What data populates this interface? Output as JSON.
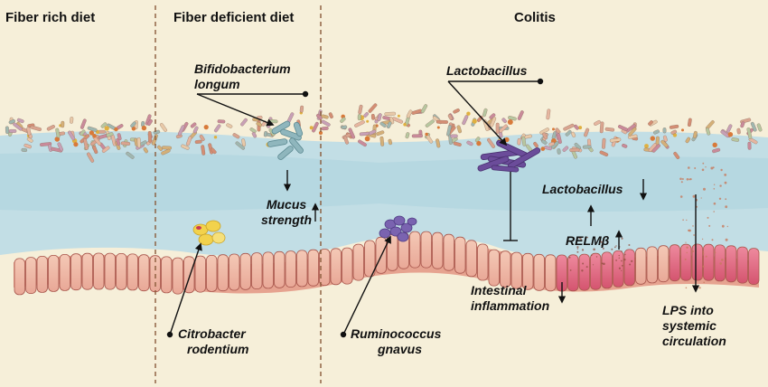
{
  "sections": {
    "fiber_rich": "Fiber rich diet",
    "fiber_deficient": "Fiber deficient diet",
    "colitis": "Colitis"
  },
  "labels": {
    "bifido_line1": "Bifidobacterium",
    "bifido_line2": "longum",
    "lactobacillus_top": "Lactobacillus",
    "mucus_line1": "Mucus",
    "mucus_line2": "strength",
    "lactobacillus_mid": "Lactobacillus",
    "relmb": "RELMβ",
    "citro_line1": "Citrobacter",
    "citro_line2": "rodentium",
    "rumino_line1": "Ruminococcus",
    "rumino_line2": "gnavus",
    "inflam_line1": "Intestinal",
    "inflam_line2": "inflammation",
    "lps_line1": "LPS into",
    "lps_line2": "systemic",
    "lps_line3": "circulation"
  },
  "colors": {
    "background": "#f6efd9",
    "mucus": "#b9dbe4",
    "epithelium": "#efb7a4",
    "inflamed": "#e2708a",
    "lactobacillus": "#6b4c9a",
    "bifidobacterium": "#8fb6bd",
    "citrobacter": "#f2d24c",
    "ruminococcus": "#7a63b0"
  }
}
